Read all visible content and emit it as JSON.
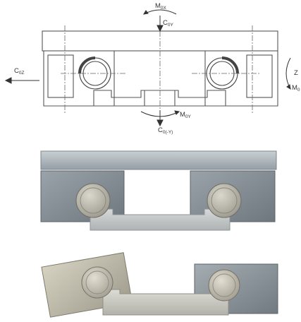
{
  "figure": {
    "labels": {
      "m0x": {
        "main": "M",
        "sub": "0X"
      },
      "c0y": {
        "main": "C",
        "sub": "0Y"
      },
      "c0z": {
        "main": "C",
        "sub": "0Z"
      },
      "m0y": {
        "main": "M",
        "sub": "0Y"
      },
      "c0neg": {
        "main": "C",
        "sub": "0(-Y)"
      },
      "z_partial": {
        "main": "Z",
        "sub": ""
      },
      "m0_partial": {
        "main": "M",
        "sub": "0"
      }
    },
    "colors": {
      "line": "#555555",
      "steel_block": "#8a949c",
      "steel_top": "#b4bcc2",
      "rail": "#c2c6c6",
      "ball": "#c4c2b6"
    }
  }
}
